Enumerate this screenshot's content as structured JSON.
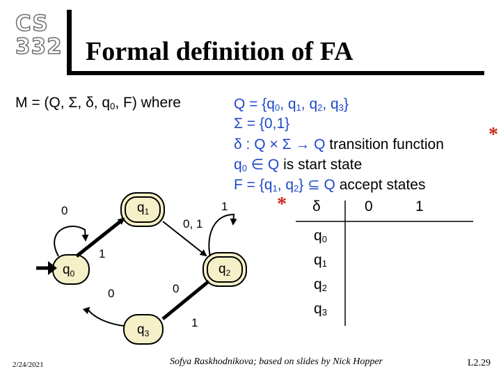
{
  "logo": {
    "line1": "CS",
    "line2": "332"
  },
  "title": "Formal definition of FA",
  "definition": {
    "header": "M = (Q, Σ, δ, q",
    "header_sub": "0",
    "header_tail": ", F)  where"
  },
  "items": {
    "q_set": {
      "a": "Q  = {q",
      "s0": "0",
      "b": ", q",
      "s1": "1",
      "c": ", q",
      "s2": "2",
      "d": ", q",
      "s3": "3",
      "e": "}"
    },
    "sigma_set": "Σ = {0,1}",
    "delta": {
      "a": "δ : Q × Σ → Q ",
      "b": "transition function"
    },
    "start": {
      "a": "q",
      "s": "0",
      "b": " ∈ Q ",
      "c": "is start state"
    },
    "accept": {
      "a": "F  = {q",
      "s1": "1",
      "b": ", q",
      "s2": "2",
      "c": "} ⊆ Q ",
      "d": "accept states"
    },
    "star": "*"
  },
  "table": {
    "star": "*",
    "delta": "δ",
    "col0": "0",
    "col1": "1",
    "rows": [
      {
        "q": "q",
        "s": "0"
      },
      {
        "q": "q",
        "s": "1"
      },
      {
        "q": "q",
        "s": "2"
      },
      {
        "q": "q",
        "s": "3"
      }
    ]
  },
  "automaton": {
    "states": [
      {
        "label": "q",
        "sub": "0",
        "accept": false,
        "start": true
      },
      {
        "label": "q",
        "sub": "1",
        "accept": true,
        "start": false
      },
      {
        "label": "q",
        "sub": "2",
        "accept": true,
        "start": false
      },
      {
        "label": "q",
        "sub": "3",
        "accept": false,
        "start": false
      }
    ],
    "edge_labels": {
      "q0_loop": "0",
      "q0_to_q1": "1",
      "q1_to_q2": "0, 1",
      "q2_loop": "1",
      "q2_to_q3": "0",
      "q3_to_q0": "0",
      "q3_to_q2": "1"
    }
  },
  "colors": {
    "highlight": "#1e49c9",
    "state_fill": "#f5f0c8",
    "accent_star": "#c8281e"
  },
  "footer": {
    "date": "2/24/2021",
    "credit": "Sofya Raskhodnikova; based on slides by Nick Hopper",
    "page": "L2.29"
  }
}
